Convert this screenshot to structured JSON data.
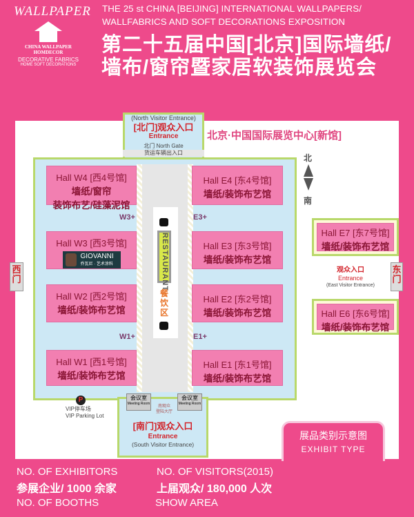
{
  "logo": {
    "brand": "WALLPAPER",
    "line1": "CHINA WALLPAPER",
    "line2": "HOMDECOR",
    "line3": "DECORATIVE FABRICS",
    "line4": "HOME SOFT DECORATIONS"
  },
  "header": {
    "en_line1": "THE 25 st CHINA [BEIJING] INTERNATIONAL WALLPAPERS/",
    "en_line2": "WALLFABRICS AND SOFT DECORATIONS EXPOSITION",
    "cn_line1": "第二十五届中国[北京]国际墙纸/",
    "cn_line2": "墙布/窗帘暨家居软装饰展览会"
  },
  "venue": "北京·中国国际展览中心[新馆]",
  "compass": {
    "north": "北",
    "south": "南"
  },
  "north_entrance": {
    "en": "(North Visitor Entrance)",
    "cn": "[北门]观众入口",
    "label": "Entrance",
    "gate1": "北门 North Gate",
    "gate2": "货运车辆出入口"
  },
  "south_entrance": {
    "en": "(South Visitor Entrance)",
    "cn": "[南门]观众入口",
    "label": "Entrance",
    "hall1": "南观众",
    "hall2": "登陆大厅"
  },
  "east_entrance": {
    "en": "(East Visitor Entrance)",
    "cn": "观众入口",
    "label": "Entrance",
    "door": "东门"
  },
  "west_door": "西门",
  "meeting_room": {
    "cn": "会议室",
    "en": "Meeting Room"
  },
  "restaurant": {
    "en": "RESTAURANT",
    "cn": "餐饮区"
  },
  "plus_labels": {
    "w3": "W3+",
    "e3": "E3+",
    "w1": "W1+",
    "e1": "E1+"
  },
  "halls": {
    "w4": {
      "title": "Hall W4 [西4号馆]",
      "line1": "墙纸/窗帘",
      "line2": "装饰布艺/硅藻泥馆"
    },
    "w3": {
      "title": "Hall W3 [西3号馆]",
      "sponsor": "GIOVANNI",
      "sponsor_cn": "乔瓦尼 · 艺术涂料"
    },
    "w2": {
      "title": "Hall W2 [西2号馆]",
      "line1": "墙纸/装饰布艺馆"
    },
    "w1": {
      "title": "Hall W1 [西1号馆]",
      "line1": "墙纸/装饰布艺馆"
    },
    "e4": {
      "title": "Hall E4 [东4号馆]",
      "line1": "墙纸/装饰布艺馆"
    },
    "e3": {
      "title": "Hall E3 [东3号馆]",
      "line1": "墙纸/装饰布艺馆"
    },
    "e2": {
      "title": "Hall E2 [东2号馆]",
      "line1": "墙纸/装饰布艺馆"
    },
    "e1": {
      "title": "Hall E1 [东1号馆]",
      "line1": "墙纸/装饰布艺馆"
    },
    "e7": {
      "title": "Hall E7 [东7号馆]",
      "line1": "墙纸/装饰布艺馆"
    },
    "e6": {
      "title": "Hall E6 [东6号馆]",
      "line1": "墙纸/装饰布艺馆"
    }
  },
  "parking": {
    "icon": "P",
    "cn": "VIP停车场",
    "en": "VIP Parking Lot"
  },
  "exhibit_type": {
    "cn": "展品类别示意图",
    "en": "EXHIBIT TYPE"
  },
  "stats": {
    "exhibitors_label": "NO. OF EXHIBITORS",
    "exhibitors_value": "参展企业/ 1000 余家",
    "visitors_label": "NO. OF VISITORS(2015)",
    "visitors_value": "上届观众/ 180,000 人次",
    "booths_label": "NO. OF BOOTHS",
    "area_label": "SHOW AREA"
  },
  "colors": {
    "background": "#ee4a8b",
    "hall": "#f27fb1",
    "building": "#cde8f5",
    "outline": "#b8d86a",
    "accent_red": "#d2232a"
  }
}
